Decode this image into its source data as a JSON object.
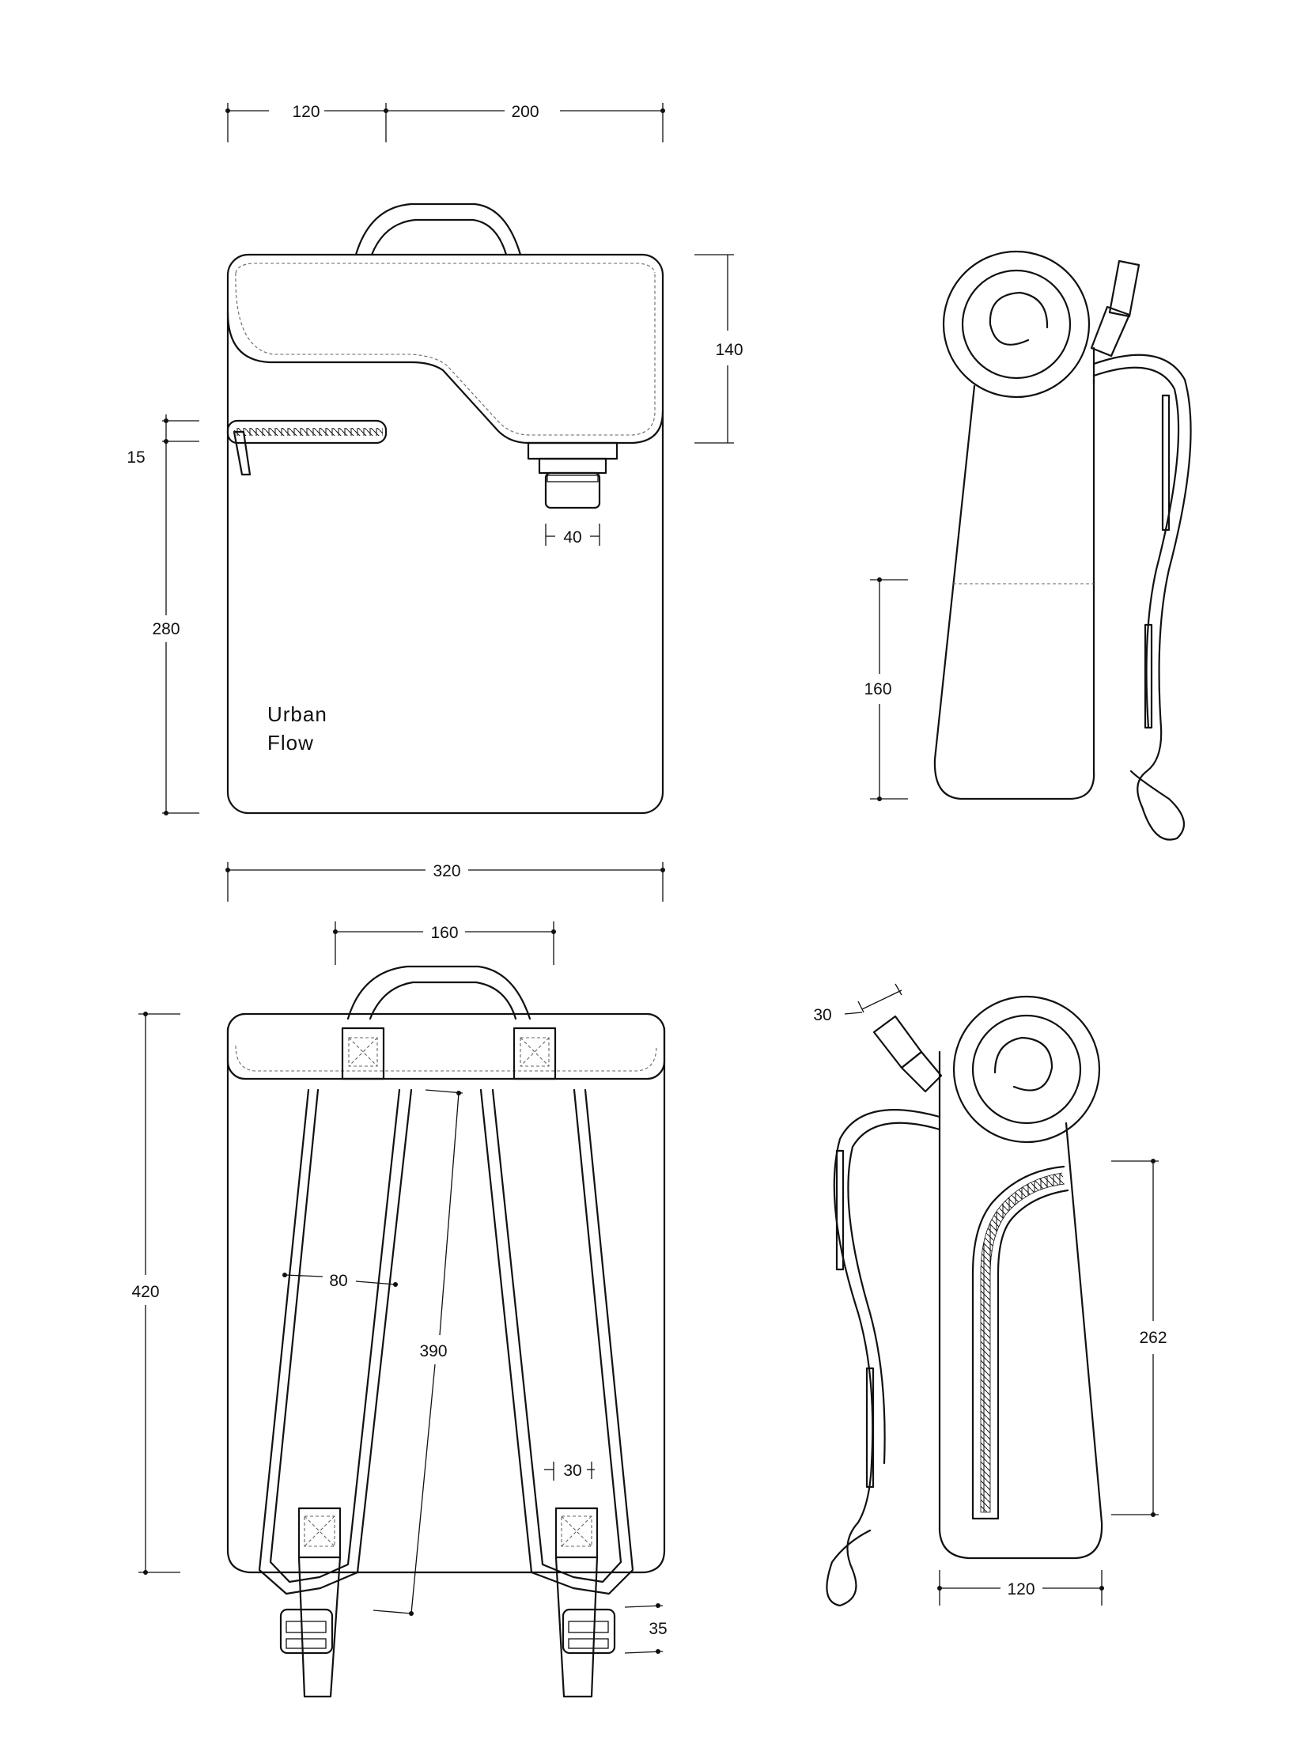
{
  "brand": {
    "line1": "Urban",
    "line2": "Flow"
  },
  "dimensions": {
    "front_left": "120",
    "front_right": "200",
    "flap_height": "140",
    "zip_offset": "15",
    "pocket_height": "280",
    "buckle_width": "40",
    "front_width": "320",
    "side_bottom_height": "160",
    "strap_spacing": "160",
    "back_height": "420",
    "strap_width": "80",
    "strap_length": "390",
    "strap_inner": "30",
    "buckle_height": "35",
    "side_buckle_width": "30",
    "side_zip_length": "262",
    "side_depth": "120"
  }
}
